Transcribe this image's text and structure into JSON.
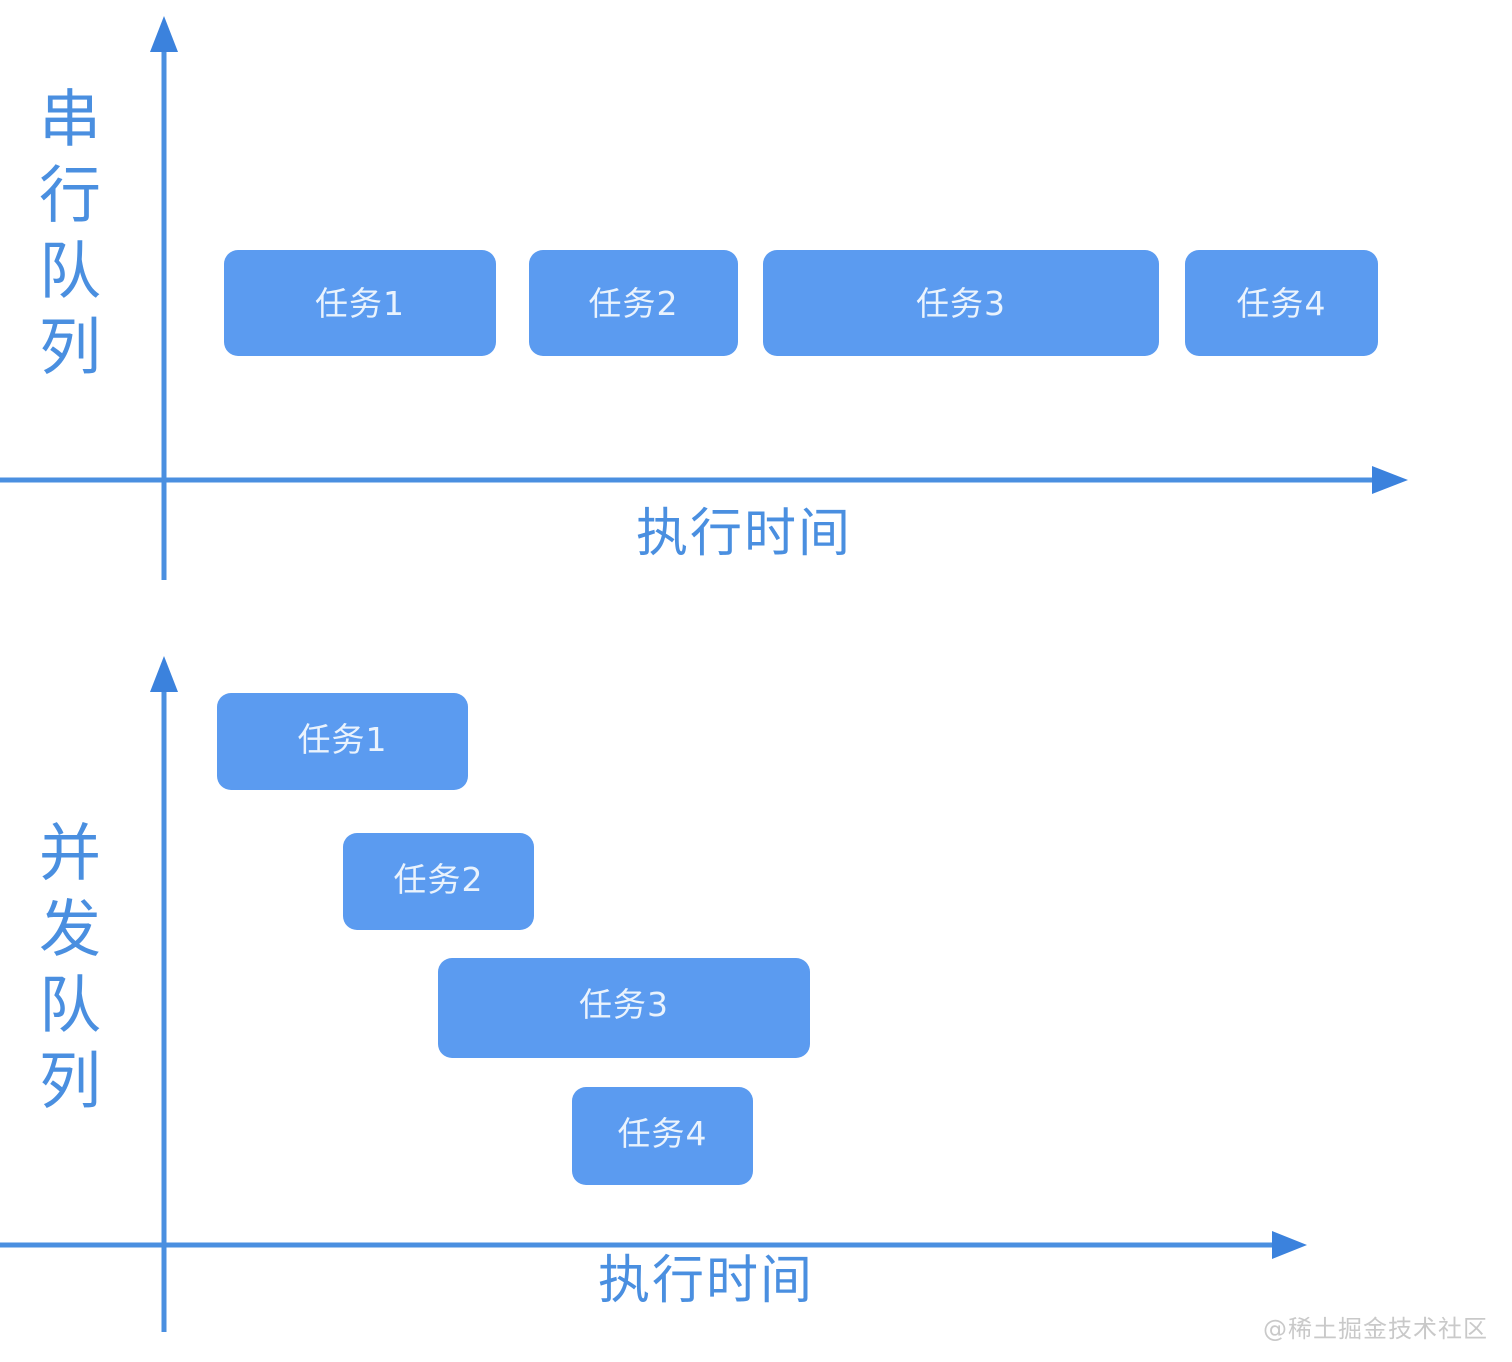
{
  "colors": {
    "axis": "#4a8fe0",
    "bar_fill": "#5b9bf0",
    "bar_text": "#eaf3fd",
    "label_text": "#4a8fe0",
    "background": "#ffffff",
    "watermark": "#c9c9c9"
  },
  "watermark": {
    "text": "@稀土掘金技术社区"
  },
  "chart_data": [
    {
      "type": "bar",
      "orientation": "horizontal-gantt",
      "title": "串行队列",
      "ylabel": "串行队列",
      "xlabel": "执行时间",
      "grid": false,
      "legend": "none",
      "axis_arrows": {
        "x": "right",
        "y": "up"
      },
      "categories": [
        "任务1",
        "任务2",
        "任务3",
        "任务4"
      ],
      "bars": [
        {
          "label": "任务1",
          "start": 0.0,
          "end": 0.22,
          "row": 0
        },
        {
          "label": "任务2",
          "start": 0.25,
          "end": 0.42,
          "row": 0
        },
        {
          "label": "任务3",
          "start": 0.44,
          "end": 0.76,
          "row": 0
        },
        {
          "label": "任务4",
          "start": 0.78,
          "end": 0.94,
          "row": 0
        }
      ]
    },
    {
      "type": "bar",
      "orientation": "horizontal-gantt",
      "title": "并发队列",
      "ylabel": "并发队列",
      "xlabel": "执行时间",
      "grid": false,
      "legend": "none",
      "axis_arrows": {
        "x": "right",
        "y": "up"
      },
      "categories": [
        "任务1",
        "任务2",
        "任务3",
        "任务4"
      ],
      "bars": [
        {
          "label": "任务1",
          "start": 0.05,
          "end": 0.27,
          "row": 0
        },
        {
          "label": "任务2",
          "start": 0.16,
          "end": 0.32,
          "row": 1
        },
        {
          "label": "任务3",
          "start": 0.24,
          "end": 0.57,
          "row": 2
        },
        {
          "label": "任务4",
          "start": 0.36,
          "end": 0.52,
          "row": 3
        }
      ]
    }
  ],
  "serial_chart": {
    "queue_label": "串行队列",
    "axis_label": "执行时间",
    "tasks": [
      {
        "label": "任务1"
      },
      {
        "label": "任务2"
      },
      {
        "label": "任务3"
      },
      {
        "label": "任务4"
      }
    ]
  },
  "concurrent_chart": {
    "queue_label": "并发队列",
    "axis_label": "执行时间",
    "tasks": [
      {
        "label": "任务1"
      },
      {
        "label": "任务2"
      },
      {
        "label": "任务3"
      },
      {
        "label": "任务4"
      }
    ]
  }
}
